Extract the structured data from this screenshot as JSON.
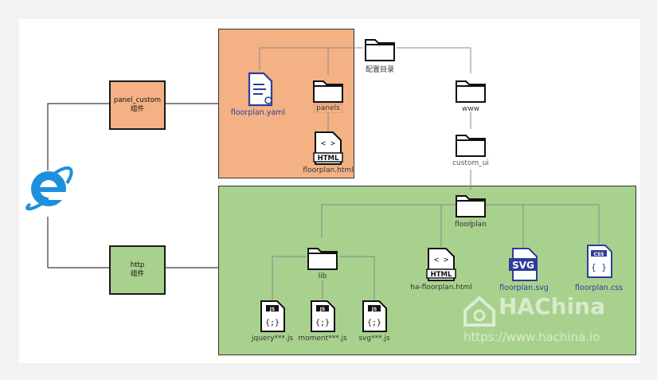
{
  "nodes": {
    "panel_custom": {
      "title": "panel_custom",
      "subtitle": "组件"
    },
    "http": {
      "title": "http",
      "subtitle": "组件"
    }
  },
  "folders": {
    "config": "配置目录",
    "www": "www",
    "custom_ui": "custom_ui",
    "panels": "panels",
    "floorplan": "floorplan",
    "lib": "lib"
  },
  "files": {
    "floorplan_yaml": "floorplan.yaml",
    "floorplan_html": "floorplan.html",
    "ha_floorplan_html": "ha-floorplan.html",
    "floorplan_svg": "floorplan.svg",
    "floorplan_css": "floorplan.css",
    "jquery_js": "jquery***.js",
    "moment_js": "moment***.js",
    "svg_js": "svg***.js"
  },
  "icon_text": {
    "html": "HTML",
    "svg": "SVG",
    "css": "CSS",
    "js": "JS"
  },
  "watermark": {
    "brand": "HAChina",
    "url": "https://www.hachina.io"
  },
  "colors": {
    "orange_region": "#f4b183",
    "green_region": "#a9d18e",
    "ie_blue": "#1e8fdc",
    "blue_label": "#2f3d9a",
    "svg_blue": "#2f3d9a"
  },
  "icons": [
    "internet-explorer-icon",
    "folder-icon",
    "document-icon",
    "html-file-icon",
    "svg-file-icon",
    "css-file-icon",
    "js-file-icon"
  ]
}
